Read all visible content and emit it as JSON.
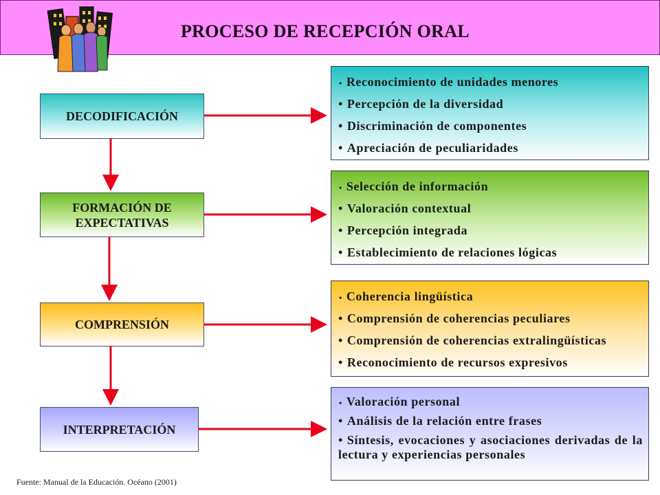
{
  "header": {
    "title": "PROCESO DE RECEPCIÓN ORAL",
    "background": "#ff8cff"
  },
  "stages": [
    {
      "label": "DECODIFICACIÓN",
      "color": "#2ec4c4"
    },
    {
      "label": "FORMACIÓN DE EXPECTATIVAS",
      "color": "#6fbe2a"
    },
    {
      "label": "COMPRENSIÓN",
      "color": "#ffbd1a"
    },
    {
      "label": "INTERPRETACIÓN",
      "color": "#a8a8ff"
    }
  ],
  "panels": [
    {
      "items": [
        "Reconocimiento de unidades menores",
        "Percepción de la diversidad",
        "Discriminación de componentes",
        "Apreciación de peculiaridades"
      ]
    },
    {
      "items": [
        "Selección de información",
        "Valoración contextual",
        "Percepción integrada",
        "Establecimiento de relaciones lógicas"
      ]
    },
    {
      "items": [
        "Coherencia lingüística",
        "Comprensión de coherencias peculiares",
        "Comprensión de coherencias extralingüísticas",
        "Reconocimiento de recursos expresivos"
      ]
    },
    {
      "items": [
        "Valoración personal",
        "Análisis de la relación entre frases",
        "Síntesis, evocaciones y asociaciones derivadas de la lectura y experiencias personales"
      ]
    }
  ],
  "bullet": "•",
  "connector_color": "#e8001c",
  "source": "Fuente: Manual de la Educación. Océano (2001)"
}
